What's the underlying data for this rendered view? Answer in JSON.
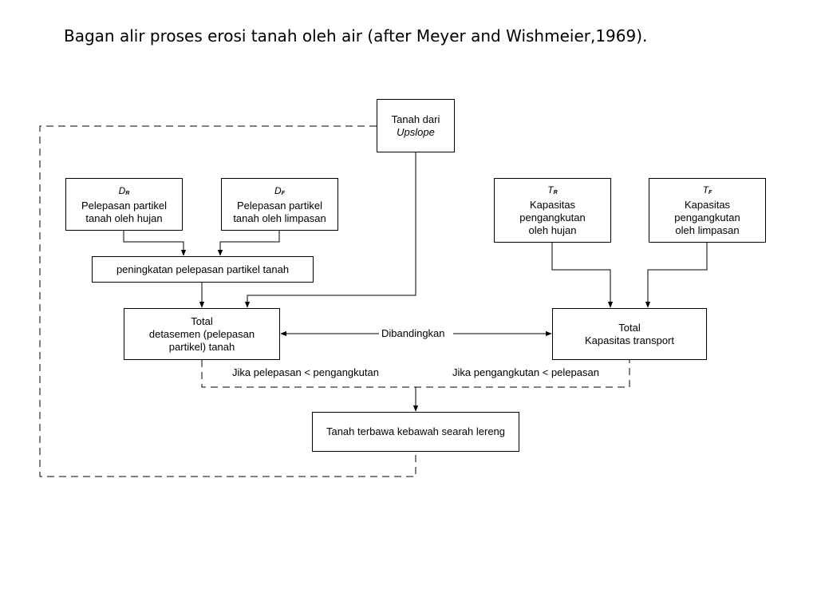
{
  "title": "Bagan alir proses erosi tanah oleh air (after Meyer and Wishmeier,1969).",
  "nodes": {
    "upslope": {
      "line1": "Tanah dari",
      "line2": "Upslope"
    },
    "dr": {
      "symbol": "D",
      "sub": "R",
      "line1": "Pelepasan partikel",
      "line2": "tanah oleh hujan"
    },
    "df": {
      "symbol": "D",
      "sub": "F",
      "line1": "Pelepasan partikel",
      "line2": "tanah oleh limpasan"
    },
    "tr": {
      "symbol": "T",
      "sub": "R",
      "line1": "Kapasitas",
      "line2": "pengangkutan",
      "line3": "oleh hujan"
    },
    "tf": {
      "symbol": "T",
      "sub": "F",
      "line1": "Kapasitas",
      "line2": "pengangkutan",
      "line3": "oleh limpasan"
    },
    "increase": {
      "text": "peningkatan pelepasan partikel tanah"
    },
    "detachment": {
      "line1": "Total",
      "line2": "detasemen (pelepasan",
      "line3": "partikel) tanah"
    },
    "transport": {
      "line1": "Total",
      "line2": "Kapasitas transport"
    },
    "result": {
      "text": "Tanah terbawa kebawah searah lereng"
    }
  },
  "edge_labels": {
    "compare": "Dibandingkan",
    "left_condition": "Jika pelepasan < pengangkutan",
    "right_condition": "Jika pengangkutan < pelepasan"
  }
}
